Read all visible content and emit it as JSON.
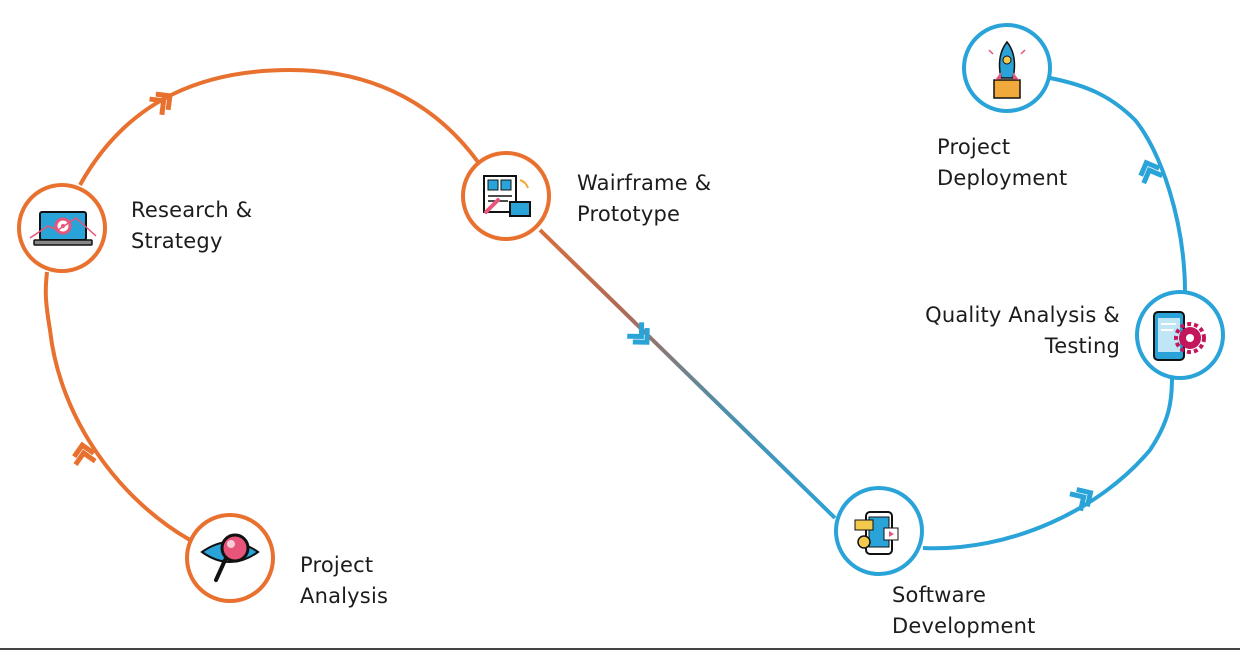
{
  "colors": {
    "orange": "#E8712F",
    "blue": "#2AA3D8",
    "text": "#1c1c1c"
  },
  "steps": [
    {
      "id": "project-analysis",
      "line1": "Project",
      "line2": "Analysis",
      "icon": "magnifier-eye-icon"
    },
    {
      "id": "research-strategy",
      "line1": "Research &",
      "line2": "Strategy",
      "icon": "laptop-target-icon"
    },
    {
      "id": "wireframe-prototype",
      "line1": "Wairframe &",
      "line2": "Prototype",
      "icon": "wireframe-pencil-icon"
    },
    {
      "id": "software-development",
      "line1": "Software",
      "line2": "Development",
      "icon": "phone-gear-icon"
    },
    {
      "id": "quality-analysis",
      "line1": "Quality Analysis &",
      "line2": "Testing",
      "icon": "phone-cog-icon"
    },
    {
      "id": "project-deployment",
      "line1": "Project",
      "line2": "Deployment",
      "icon": "rocket-box-icon"
    }
  ]
}
